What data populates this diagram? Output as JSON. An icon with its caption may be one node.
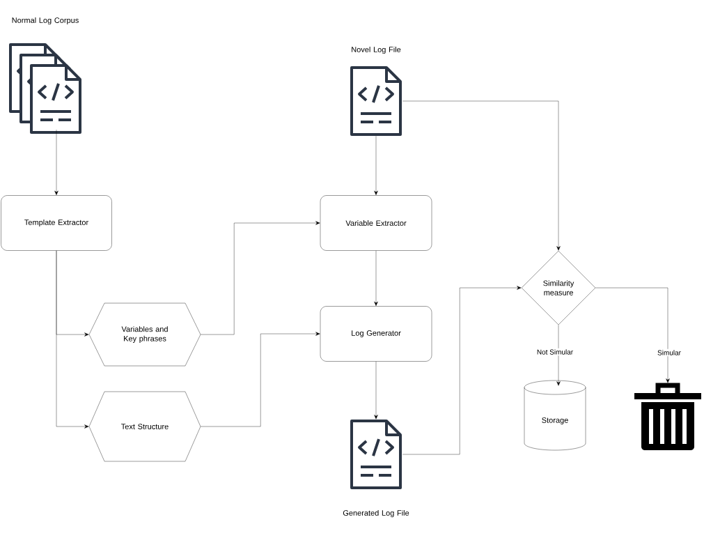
{
  "diagram": {
    "nodes": [
      {
        "text": [
          "Normal Log Corpus"
        ]
      },
      {
        "text": [
          "Template Extractor"
        ]
      },
      {
        "text": [
          "Novel Log File"
        ]
      },
      {
        "text": [
          "Variable Extractor"
        ]
      },
      {
        "text": [
          "Variables and Key phrases"
        ]
      },
      {
        "text": [
          "Log Generator"
        ]
      },
      {
        "text": [
          "Text Structure"
        ]
      },
      {
        "text": [
          "Similarity measure"
        ]
      },
      {
        "text": [
          "Generated Log File"
        ]
      },
      {
        "text": [
          "Storage"
        ]
      },
      {
        "text": [],
        "shape": "picture"
      }
    ],
    "edges": [
      {
        "from": 0,
        "to": 1,
        "arrow": "to"
      },
      {
        "from": 1,
        "to": 4,
        "arrow": "to"
      },
      {
        "from": 1,
        "to": 6,
        "arrow": "to"
      },
      {
        "from": 4,
        "to": 3,
        "arrow": "to"
      },
      {
        "from": 6,
        "to": 5,
        "arrow": "to"
      },
      {
        "from": 2,
        "to": 3,
        "arrow": "to"
      },
      {
        "from": 3,
        "to": 5,
        "arrow": "to"
      },
      {
        "from": 5,
        "to": 8,
        "arrow": "to"
      },
      {
        "from": 2,
        "to": 7,
        "arrow": "to"
      },
      {
        "from": 8,
        "to": 7,
        "arrow": "to"
      },
      {
        "from": 7,
        "to": 9,
        "label": "Not Simular",
        "arrow": "to"
      },
      {
        "from": 7,
        "to": 10,
        "label": "Simular",
        "arrow": "to"
      }
    ]
  }
}
